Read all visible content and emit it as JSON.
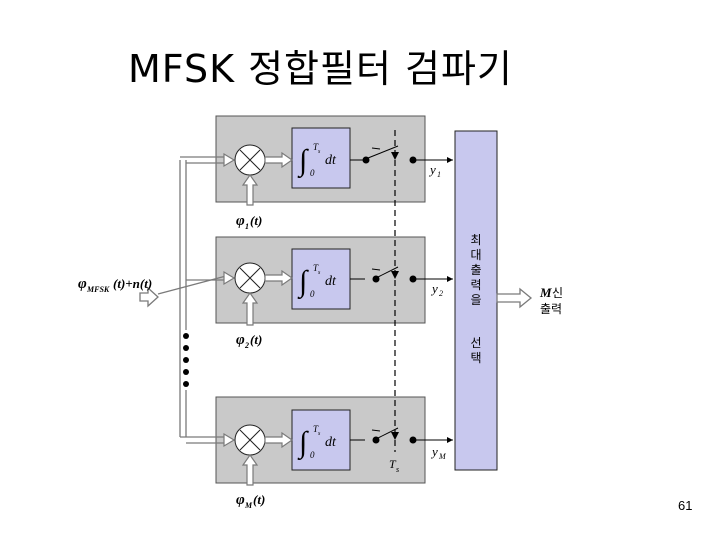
{
  "title": "MFSK 정합필터 검파기",
  "page_number": "61",
  "diagram": {
    "input_label": {
      "phi": "φ",
      "sub": "MFSK",
      "rest": "(t)+n(t)"
    },
    "integrator": {
      "integral": "∫",
      "upper": "T",
      "upper_sub": "s",
      "lower": "0",
      "integrand": "dt"
    },
    "branches": [
      {
        "phi": "φ",
        "sub": "1",
        "arg": "(t)",
        "y": "y",
        "y_sub": "1"
      },
      {
        "phi": "φ",
        "sub": "2",
        "arg": "(t)",
        "y": "y",
        "y_sub": "2"
      },
      {
        "phi": "φ",
        "sub": "M",
        "arg": "(t)",
        "y": "y",
        "y_sub": "M"
      }
    ],
    "sampling_label": {
      "main": "T",
      "sub": "s"
    },
    "selector_label": [
      "최",
      "대",
      "출",
      "력",
      "을",
      "",
      "선",
      "택"
    ],
    "output_label": {
      "line1_italic": "M",
      "line1_rest": "신",
      "line2": "출력"
    }
  },
  "colors": {
    "panel": "#c9c9c9",
    "integrator_box": "#c8c8ee",
    "selector_box": "#c8c8ee",
    "line": "#000000",
    "connector": "#7a7a7a"
  }
}
